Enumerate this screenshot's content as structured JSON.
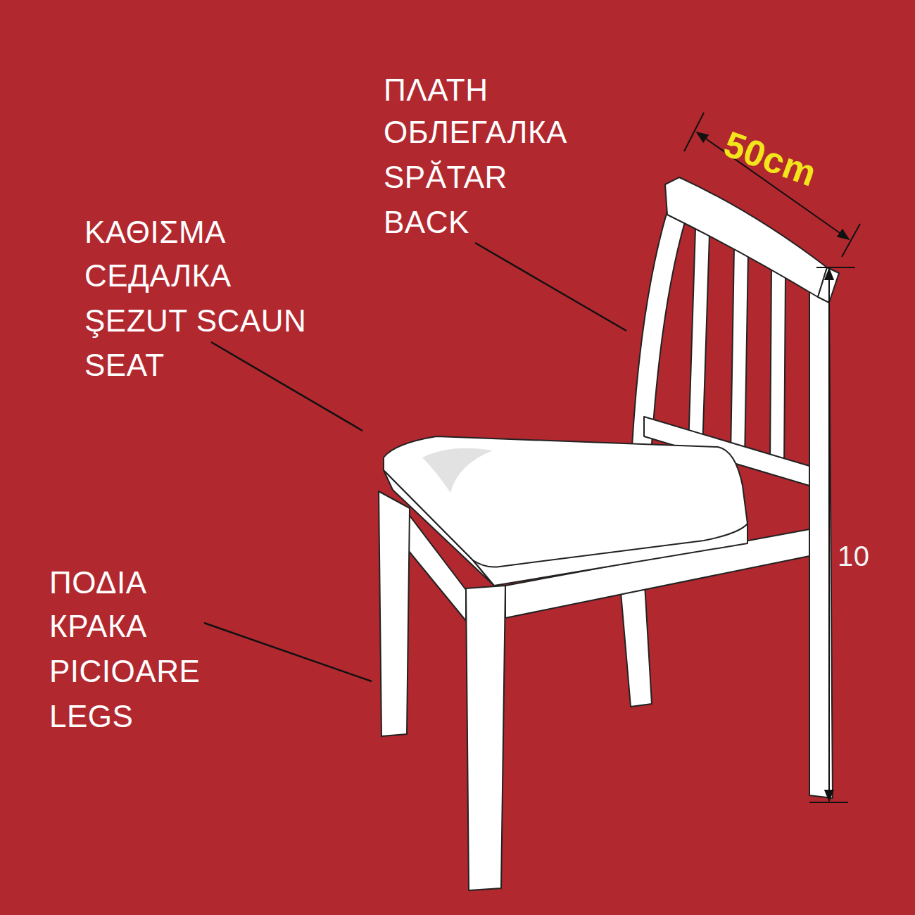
{
  "diagram": {
    "labels": [
      "ΠΛΑΤΗ",
      "ОБЛЕГАЛКА",
      "SPĂTAR",
      "BACK",
      "ΚΑΘΙΣΜΑ",
      "СЕДАЛКА",
      "ŞEZUT SCAUN",
      "SEAT",
      "ΠΟΔΙΑ",
      "КРАКА",
      "PICIOARE",
      "LEGS",
      "50cm",
      "10"
    ]
  }
}
